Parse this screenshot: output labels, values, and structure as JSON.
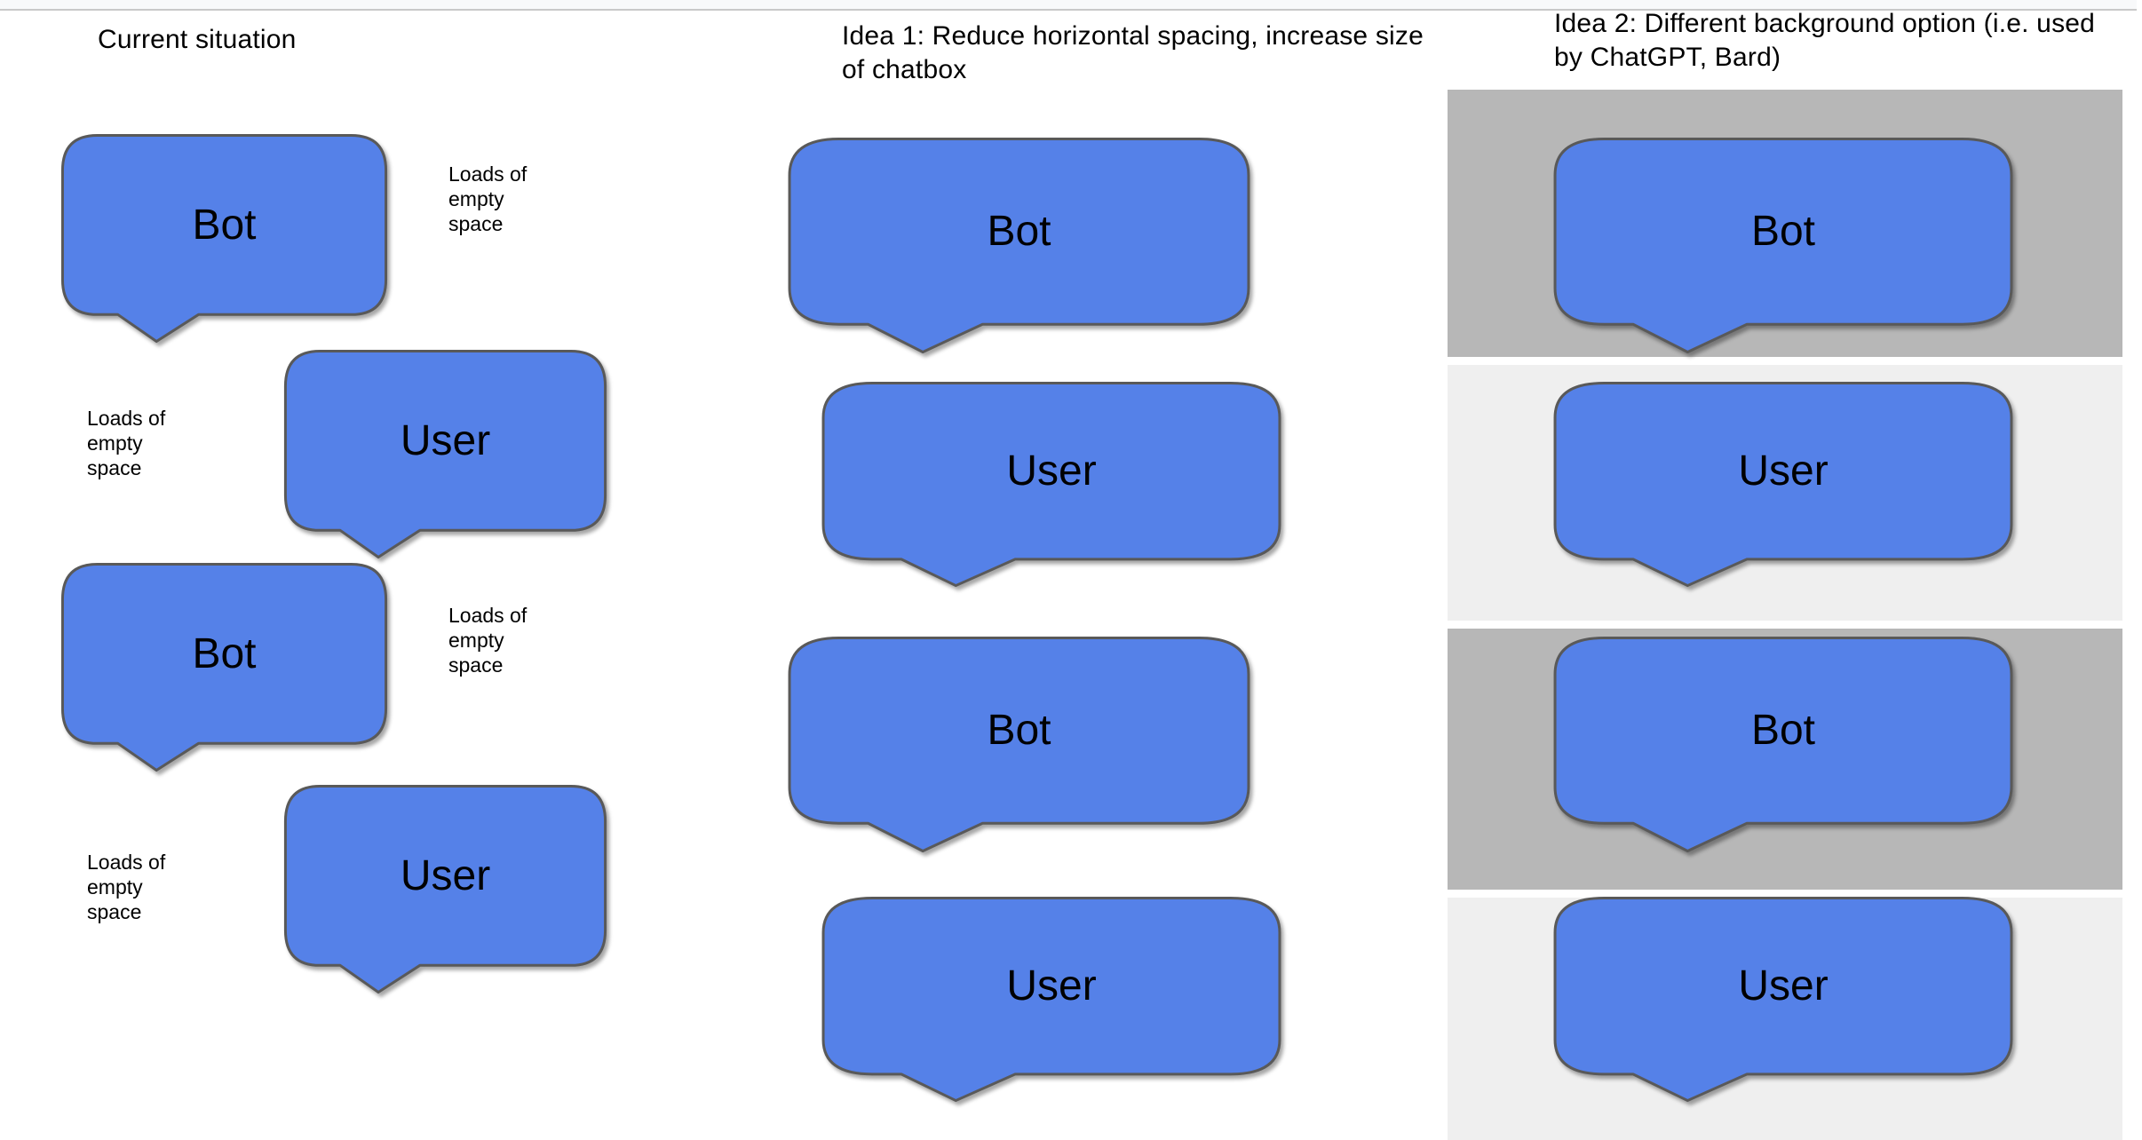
{
  "colors": {
    "bubble_fill": "#5581E8",
    "bubble_border": "#595959",
    "band_dark": "#B7B7B7",
    "band_light": "#EFEFEF",
    "topbar_background": "#F8F9FA",
    "topbar_border": "#C9C9C9",
    "canvas_background": "#FFFFFF",
    "text": "#000000"
  },
  "columns": [
    {
      "id": "current-situation",
      "title": "Current situation",
      "bubbles": [
        {
          "label": "Bot"
        },
        {
          "label": "User"
        },
        {
          "label": "Bot"
        },
        {
          "label": "User"
        }
      ],
      "notes": [
        {
          "text": "Loads of empty space"
        },
        {
          "text": "Loads of empty space"
        },
        {
          "text": "Loads of empty space"
        },
        {
          "text": "Loads of empty space"
        }
      ]
    },
    {
      "id": "idea-1",
      "title": "Idea 1: Reduce horizontal spacing, increase size of chatbox",
      "bubbles": [
        {
          "label": "Bot"
        },
        {
          "label": "User"
        },
        {
          "label": "Bot"
        },
        {
          "label": "User"
        }
      ]
    },
    {
      "id": "idea-2",
      "title": "Idea 2: Different background option (i.e. used by ChatGPT, Bard)",
      "bubbles": [
        {
          "label": "Bot"
        },
        {
          "label": "User"
        },
        {
          "label": "Bot"
        },
        {
          "label": "User"
        }
      ],
      "bands": [
        {
          "row": "bot",
          "tone": "dark"
        },
        {
          "row": "user",
          "tone": "light"
        },
        {
          "row": "bot",
          "tone": "dark"
        },
        {
          "row": "user",
          "tone": "light"
        }
      ]
    }
  ]
}
